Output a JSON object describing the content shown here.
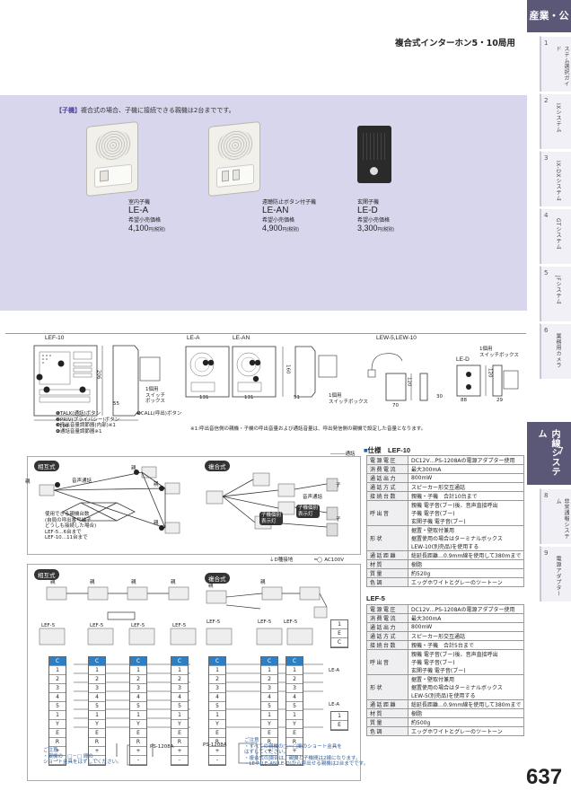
{
  "rail": {
    "top_label": "産業・公共",
    "tabs": [
      {
        "num": "1",
        "label": "インターホンシステム選択ガイド"
      },
      {
        "num": "2",
        "label": "IXシステム"
      },
      {
        "num": "3",
        "label": "IX-DXシステム"
      },
      {
        "num": "4",
        "label": "GTシステム"
      },
      {
        "num": "5",
        "label": "JFシステム"
      },
      {
        "num": "6",
        "label": "業務用カメラ"
      },
      {
        "num": "7",
        "label": "内線システム"
      },
      {
        "num": "8",
        "label": "非常通報システム"
      },
      {
        "num": "9",
        "label": "電源アダプター"
      }
    ],
    "active_index": 6
  },
  "header": {
    "title": "複合式インターホン5・10局用"
  },
  "band": {
    "tag": "【子機】",
    "note": "複合式の場合、子機に接続できる親機は2台までです。",
    "products": [
      {
        "category": "室内子機",
        "model": "LE-A",
        "price_label": "希望小売価格",
        "price": "4,100",
        "unit": "円(税別)"
      },
      {
        "category": "遠聴防止ボタン付子機",
        "model": "LE-AN",
        "price_label": "希望小売価格",
        "price": "4,900",
        "unit": "円(税別)"
      },
      {
        "category": "玄関子機",
        "model": "LE-D",
        "price_label": "希望小売価格",
        "price": "3,300",
        "unit": "円(税別)"
      }
    ]
  },
  "dims": {
    "lef10": {
      "title": "LEF-10",
      "w": "190",
      "h": "206",
      "d": "55",
      "switch_box": "1個用\nスイッチ\nボックス"
    },
    "lea": {
      "title": "LE-A",
      "w": "131"
    },
    "lean": {
      "title": "LE-AN",
      "w": "131",
      "h": "160",
      "d": "51",
      "switch_box": "1個用\nスイッチボックス"
    },
    "lew": {
      "title": "LEW-5,LEW-10",
      "w": "70",
      "h": "120",
      "d": "30"
    },
    "led": {
      "title": "LE-D",
      "w": "88",
      "h": "120",
      "d": "29",
      "switch_box": "1個用\nスイッチボックス"
    },
    "legend": [
      "❶TALK(通話)ボタン",
      "❷PRIV(プライバシー)ボタン",
      "❸呼出音量調節器(内部)※1",
      "❹通話音量調節器※1",
      "❺CALL(呼出)ボタン"
    ],
    "footnote": "※1:呼出音信側の親機・子機の呼出音量および通話音量は、呼出発信側の親機で設定した音量となります。",
    "legend_line": "通話"
  },
  "diagrams": {
    "mutual_title": "相互式",
    "composite_title": "複合式",
    "parent": "親",
    "child": "子",
    "mutual_note": "使用できる親機台数\n(自局の呼出番号端子\nどうしも接続した場合)\nLEF-5…6台まで\nLEF-10…11台まで",
    "callout": "子機個別\n表示灯",
    "speech_line": "音声通話",
    "d_ground": "D種接地",
    "ac": "AC100V"
  },
  "wiring": {
    "mutual_title": "相互式",
    "composite_title": "複合式",
    "lef5": "LEF-5",
    "lea": "LE-A",
    "psu": "PS-1208A",
    "terminals": [
      "C",
      "1",
      "2",
      "3",
      "4",
      "5",
      "1",
      "Y",
      "E",
      "R",
      "+",
      "-"
    ],
    "note_left": "ご注意\n・親機の   □－□ 間の\nショート金具をはずしてください。",
    "note_right": "ご注意\n・すべての親機の□－□間のショート金具を\nはずしてください。\n・複合式の場合は、親機と子機間は2線になります。\n・LE-A(LE-AN,LE-D)から呼出せる親機は2台までです。"
  },
  "spec": {
    "heading": "仕様",
    "lef10": {
      "model": "LEF-10",
      "rows": [
        {
          "k": "電源電圧",
          "v": "DC12V…PS-1208Aの電源アダプター使用"
        },
        {
          "k": "消費電流",
          "v": "最大300mA"
        },
        {
          "k": "通話出力",
          "v": "800mW"
        },
        {
          "k": "通話方式",
          "v": "スピーカー形交互通話"
        },
        {
          "k": "接続台数",
          "v": "親機・子機　合計10台まで"
        },
        {
          "k": "呼出音",
          "v": "親機 電子音(ブー)後、音声直接呼出\n子機 電子音(ブー)\n玄関子機 電子音(ブー)"
        },
        {
          "k": "形状",
          "v": "据置・壁取付兼用\n据置使用の場合はターミナルボックス\nLEW-10(別売品)を使用する"
        },
        {
          "k": "通話距離",
          "v": "総延長距離…0.9mm線を使用して380mまで"
        },
        {
          "k": "材質",
          "v": "樹脂"
        },
        {
          "k": "質量",
          "v": "約520g"
        },
        {
          "k": "色調",
          "v": "エッグホワイトとグレーのツートーン"
        }
      ]
    },
    "lef5": {
      "model": "LEF-5",
      "rows": [
        {
          "k": "電源電圧",
          "v": "DC12V…PS-1208Aの電源アダプター使用"
        },
        {
          "k": "消費電流",
          "v": "最大300mA"
        },
        {
          "k": "通話出力",
          "v": "800mW"
        },
        {
          "k": "通話方式",
          "v": "スピーカー形交互通話"
        },
        {
          "k": "接続台数",
          "v": "親機・子機　合計5台まで"
        },
        {
          "k": "呼出音",
          "v": "親機 電子音(ブー)後、音声直接呼出\n子機 電子音(ブー)\n玄関子機 電子音(ブー)"
        },
        {
          "k": "形状",
          "v": "据置・壁取付兼用\n据置使用の場合はターミナルボックス\nLEW-5(別売品)を使用する"
        },
        {
          "k": "通話距離",
          "v": "総延長距離…0.9mm線を使用して380mまで"
        },
        {
          "k": "材質",
          "v": "樹脂"
        },
        {
          "k": "質量",
          "v": "約500g"
        },
        {
          "k": "色調",
          "v": "エッグホワイトとグレーのツートーン"
        }
      ]
    }
  },
  "page_number": "637"
}
